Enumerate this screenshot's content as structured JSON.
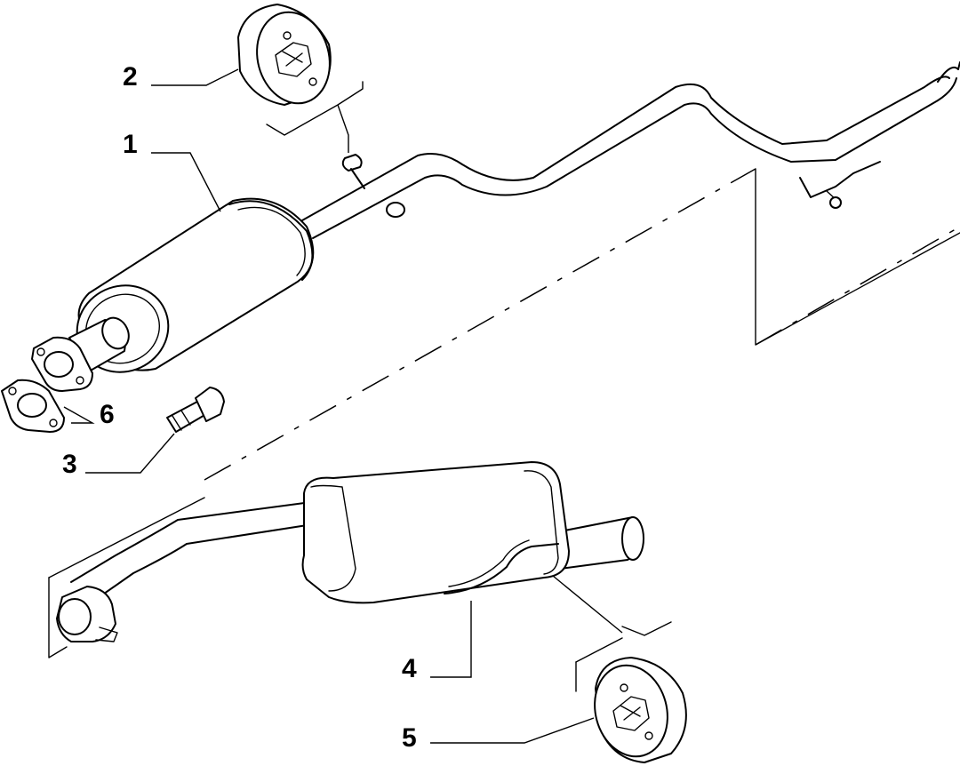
{
  "diagram": {
    "callouts": [
      {
        "id": "1",
        "label": "1",
        "part": "front-silencer-pipe"
      },
      {
        "id": "2",
        "label": "2",
        "part": "rubber-mount-upper"
      },
      {
        "id": "3",
        "label": "3",
        "part": "flange-bolt"
      },
      {
        "id": "4",
        "label": "4",
        "part": "rear-silencer"
      },
      {
        "id": "5",
        "label": "5",
        "part": "rubber-mount-lower"
      },
      {
        "id": "6",
        "label": "6",
        "part": "flange-gasket"
      }
    ],
    "colors": {
      "line": "#000000",
      "background": "#ffffff"
    }
  }
}
